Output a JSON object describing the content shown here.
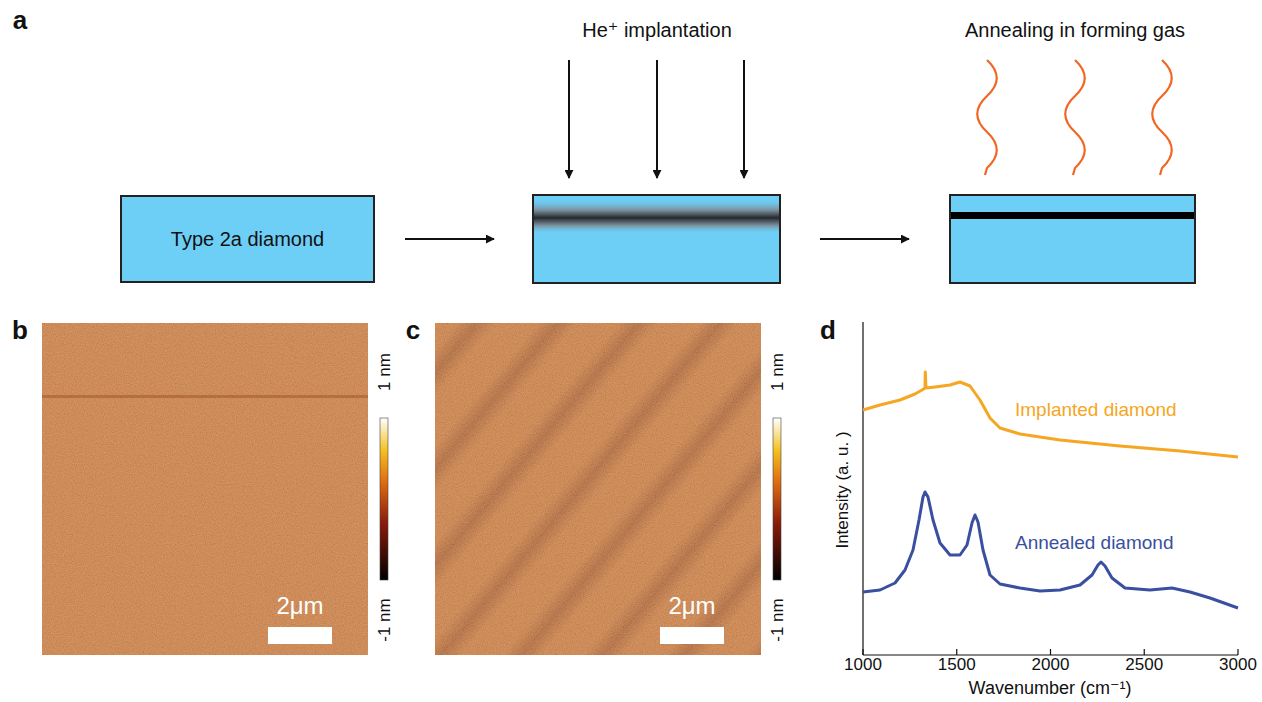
{
  "diagram": {
    "nodes": [
      {
        "text": [
          "Type 2a diamond"
        ]
      }
    ],
    "labels": [
      "a",
      "He⁺ implantation",
      "Annealing in forming gas",
      "b",
      "c",
      "d",
      "2μm",
      "1 nm",
      "-1 nm",
      "2μm",
      "1 nm",
      "-1 nm",
      "Implanted diamond",
      "Annealed diamond",
      "Intensity (a. u. )",
      "1000",
      "1500",
      "2000",
      "2500",
      "3000",
      "Wavenumber (cm⁻¹)"
    ]
  }
}
